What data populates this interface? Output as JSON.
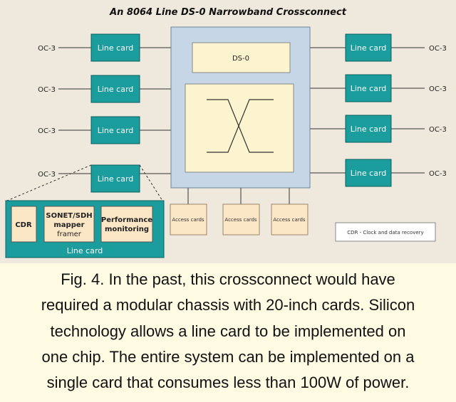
{
  "diagram": {
    "title": "An 8064 Line DS-0 Narrowband Crossconnect",
    "left_ports": [
      {
        "label": "OC-3",
        "card": "Line card"
      },
      {
        "label": "OC-3",
        "card": "Line card"
      },
      {
        "label": "OC-3",
        "card": "Line card"
      },
      {
        "label": "OC-3",
        "card": "Line card"
      }
    ],
    "right_ports": [
      {
        "label": "OC-3",
        "card": "Line card"
      },
      {
        "label": "OC-3",
        "card": "Line card"
      },
      {
        "label": "OC-3",
        "card": "Line card"
      },
      {
        "label": "OC-3",
        "card": "Line card"
      }
    ],
    "center_label": "DS-0",
    "access_cards": [
      "Access cards",
      "Access cards",
      "Access cards"
    ],
    "detail": {
      "label": "Line card",
      "cdr": "CDR",
      "sonet_line1": "SONET/SDH",
      "sonet_line2": "mapper",
      "sonet_line3": "framer",
      "perf_line1": "Performance",
      "perf_line2": "monitoring"
    },
    "legend": "CDR - Clock and data recovery"
  },
  "caption": {
    "line1": "Fig. 4. In the past, this crossconnect would have",
    "line2": "required a modular chassis with 20-inch cards. Silicon",
    "line3": "technology allows a line card to be implemented on",
    "line4": "one chip. The entire system can be implemented on a",
    "line5": "single card that consumes less than 100W of power."
  },
  "colors": {
    "line_card": "#1b9d9d",
    "switch_outer": "#c6d6e6",
    "switch_inner": "#fcf4cf",
    "access_card": "#fbe6c6",
    "detail_panel": "#1b9d9d",
    "background": "#efe9dd",
    "caption_background": "#fffbe3"
  }
}
